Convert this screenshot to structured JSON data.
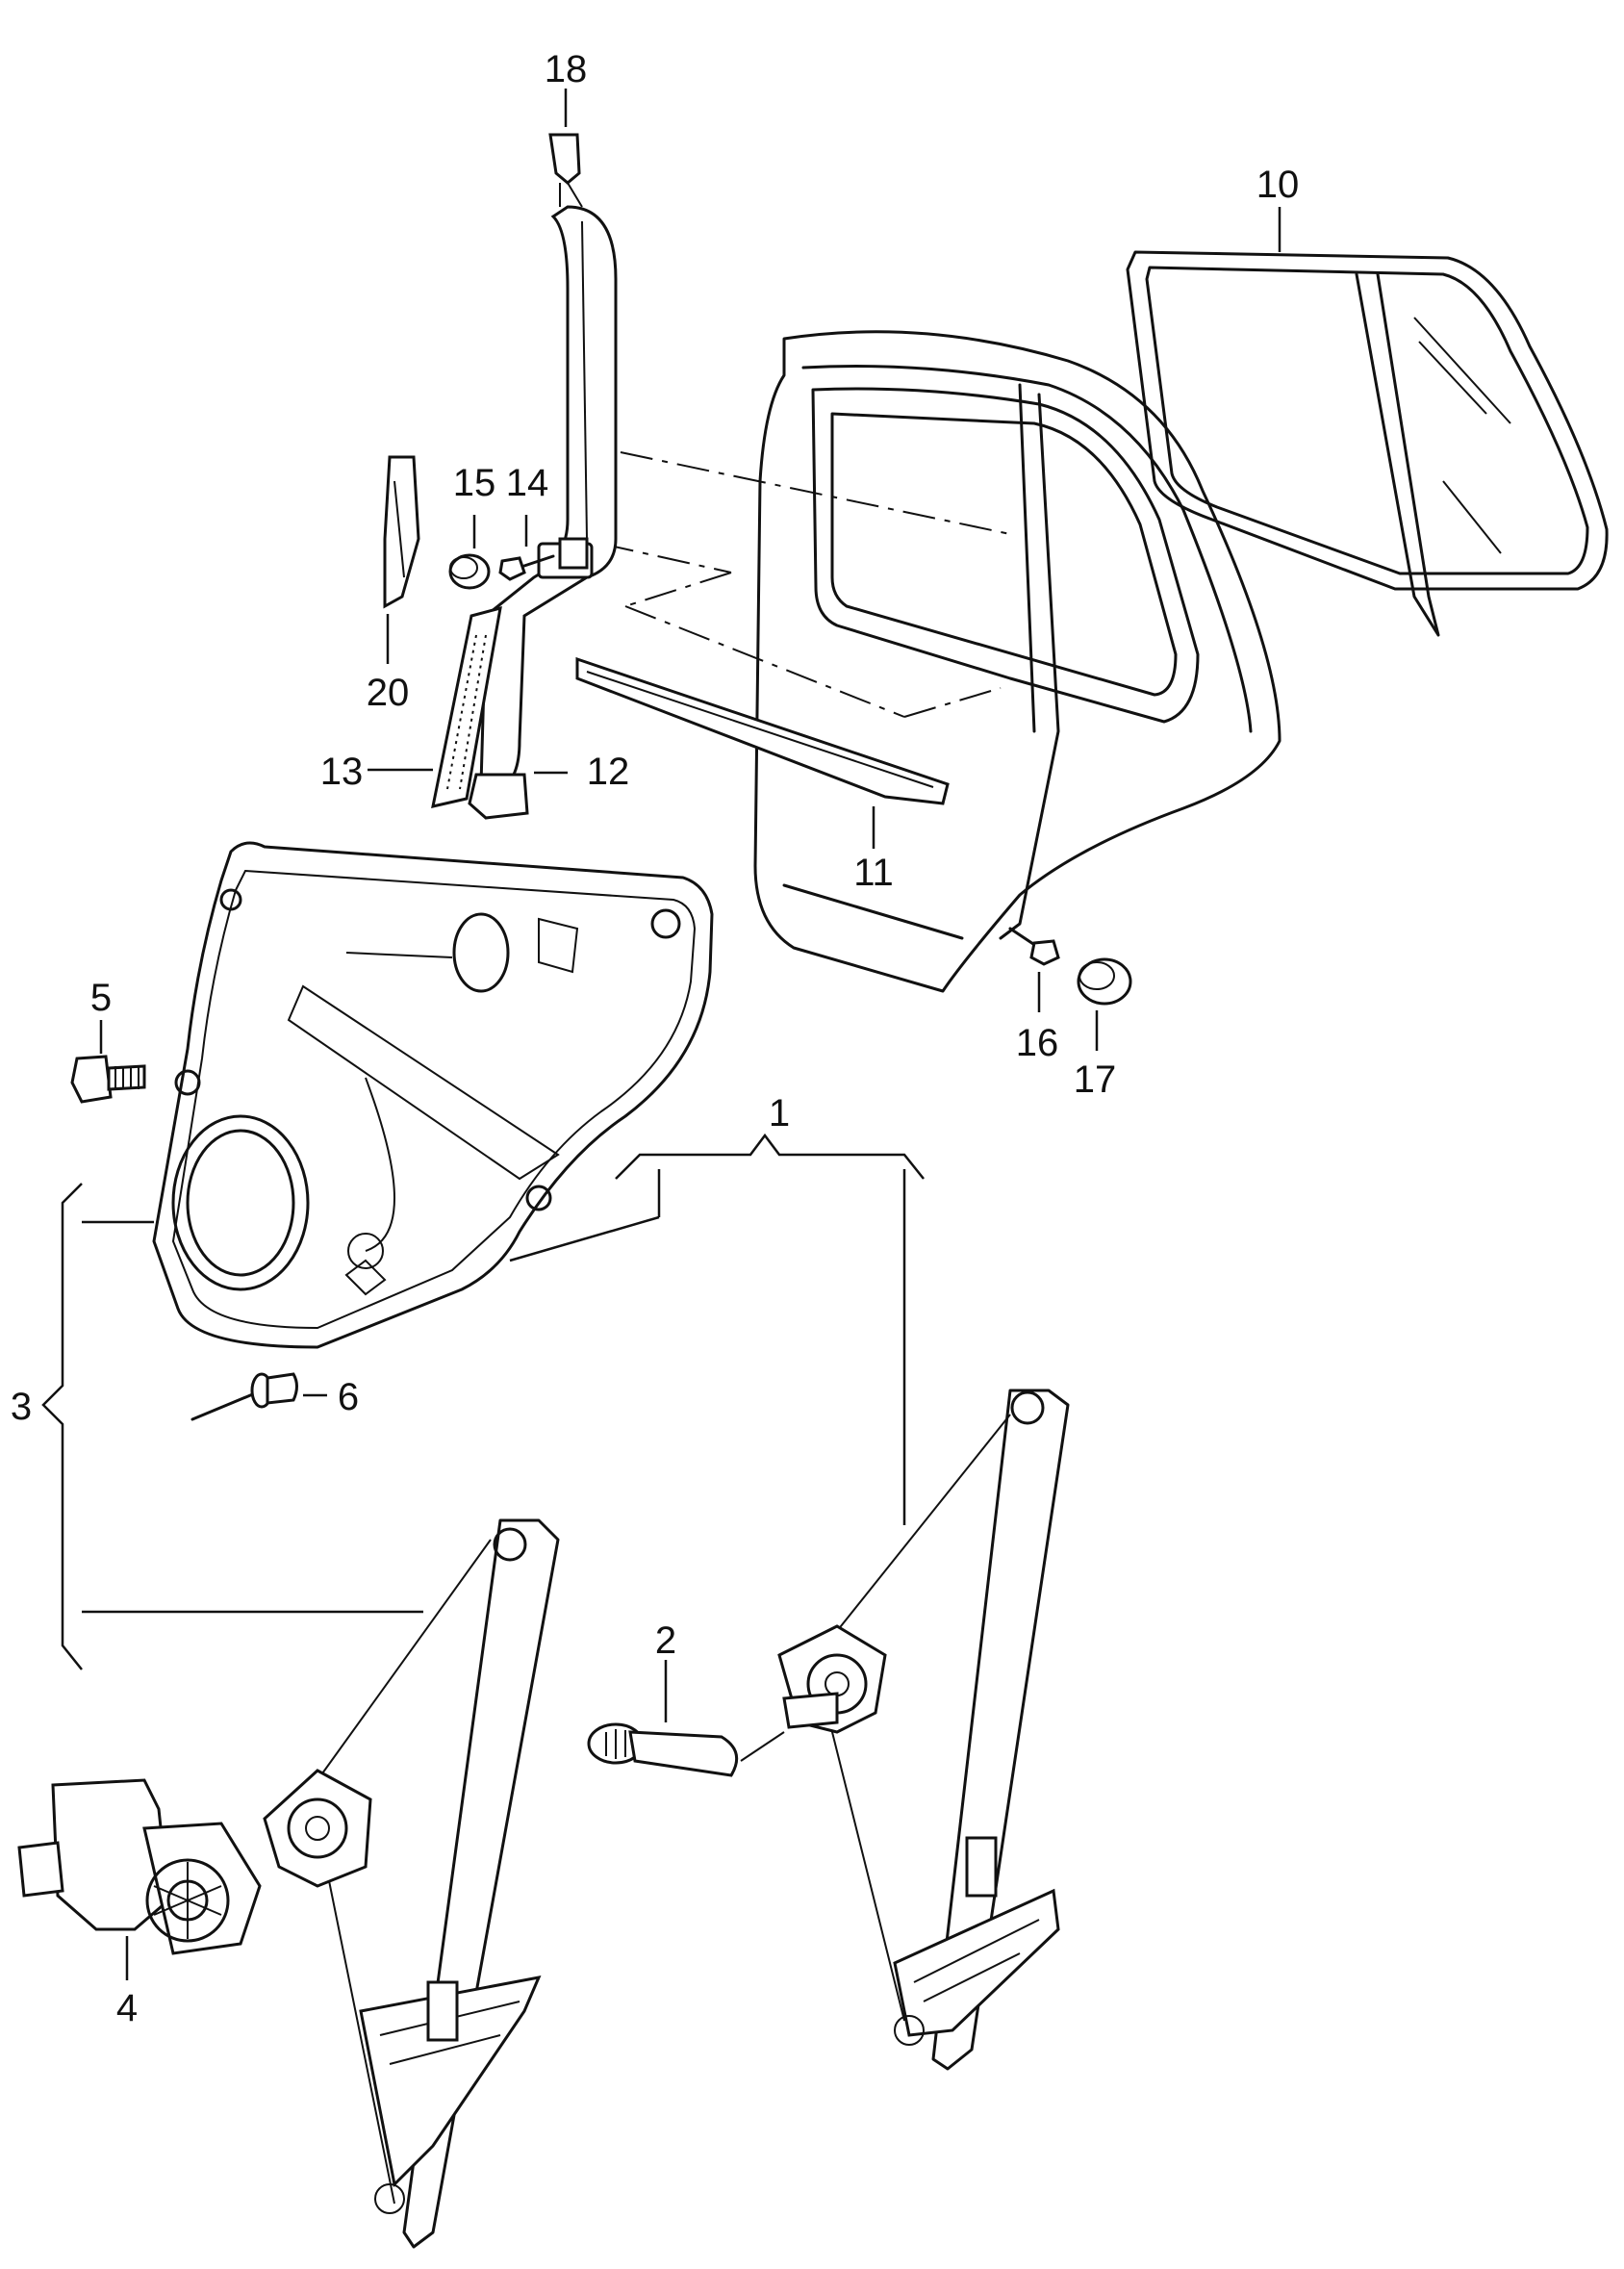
{
  "callouts": [
    {
      "id": "1",
      "text": "1"
    },
    {
      "id": "2",
      "text": "2"
    },
    {
      "id": "3",
      "text": "3"
    },
    {
      "id": "4",
      "text": "4"
    },
    {
      "id": "5",
      "text": "5"
    },
    {
      "id": "6",
      "text": "6"
    },
    {
      "id": "10",
      "text": "10"
    },
    {
      "id": "11",
      "text": "11"
    },
    {
      "id": "12",
      "text": "12"
    },
    {
      "id": "13",
      "text": "13"
    },
    {
      "id": "14",
      "text": "14"
    },
    {
      "id": "15",
      "text": "15"
    },
    {
      "id": "16",
      "text": "16"
    },
    {
      "id": "17",
      "text": "17"
    },
    {
      "id": "18",
      "text": "18"
    },
    {
      "id": "20",
      "text": "20"
    }
  ]
}
